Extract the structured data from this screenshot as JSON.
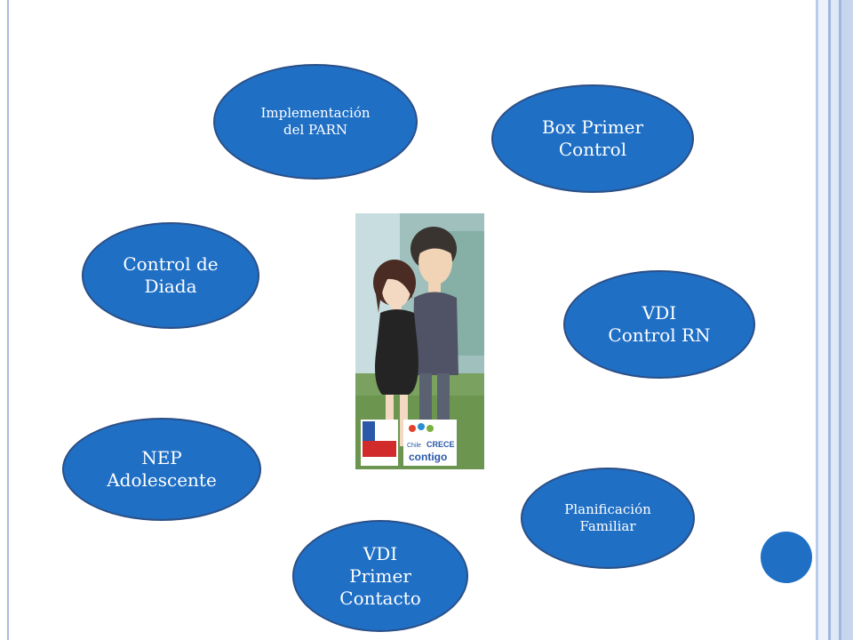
{
  "diagram": {
    "nodes": [
      {
        "id": "parn",
        "label": "Implementación\ndel PARN"
      },
      {
        "id": "box",
        "label": "Box Primer\nControl"
      },
      {
        "id": "diada",
        "label": "Control de\nDiada"
      },
      {
        "id": "vdirn",
        "label": "VDI\nControl RN"
      },
      {
        "id": "nep",
        "label": "NEP\nAdolescente"
      },
      {
        "id": "plan",
        "label": "Planificación\nFamiliar"
      },
      {
        "id": "vdipc",
        "label": "VDI\nPrimer\nContacto"
      }
    ],
    "poster": {
      "logo_text_top": "Chile",
      "logo_text_main": "CRECE",
      "logo_text_sub": "contigo"
    }
  },
  "colors": {
    "node_fill": "#1f6fc5",
    "node_border": "#2b4f86",
    "node_text": "#ffffff",
    "frame": "#a9bfe2"
  }
}
